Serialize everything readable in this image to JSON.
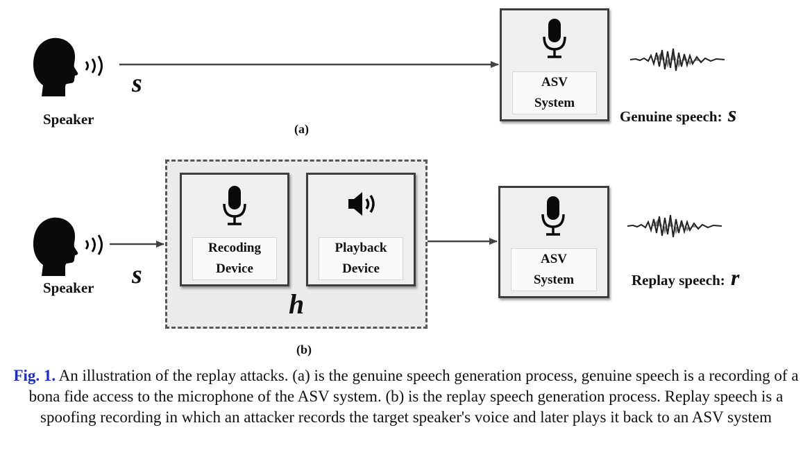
{
  "panel_a": {
    "speaker_label": "Speaker",
    "signal_label": "s",
    "asv_line1": "ASV",
    "asv_line2": "System",
    "output_label": "Genuine speech:",
    "output_var": "s",
    "panel_label": "(a)"
  },
  "panel_b": {
    "speaker_label": "Speaker",
    "signal_label": "s",
    "recording_line1": "Recoding",
    "recording_line2": "Device",
    "playback_line1": "Playback",
    "playback_line2": "Device",
    "channel_label": "h",
    "asv_line1": "ASV",
    "asv_line2": "System",
    "output_label": "Replay speech:",
    "output_var": "r",
    "panel_label": "(b)"
  },
  "caption": {
    "fig_label": "Fig. 1.",
    "text": " An illustration of the replay attacks. (a) is the genuine speech generation process, genuine speech is a recording of a bona fide access to the microphone of the ASV system. (b) is the replay speech generation process. Replay speech is a spoofing recording in which an attacker records the target speaker's voice and later plays it back to an ASV system"
  },
  "icons": [
    "speaker-head-icon",
    "sound-waves-icon",
    "microphone-icon",
    "loudspeaker-icon",
    "waveform-icon"
  ]
}
